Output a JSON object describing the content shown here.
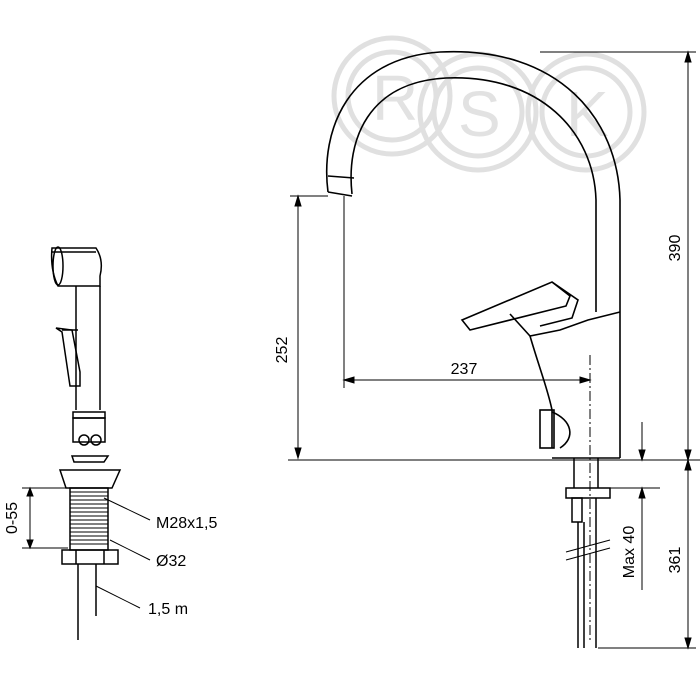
{
  "watermark": {
    "letters": [
      "R",
      "S",
      "K"
    ]
  },
  "left_view": {
    "dimension_height": "0-55",
    "callout_thread": "M28x1,5",
    "callout_diameter": "Ø32",
    "callout_hose": "1,5 m"
  },
  "main_view": {
    "dimension_spout_reach": "237",
    "dimension_spout_height": "252",
    "dimension_total_height": "390",
    "dimension_max_deck": "Max 40",
    "dimension_below_deck": "361"
  }
}
